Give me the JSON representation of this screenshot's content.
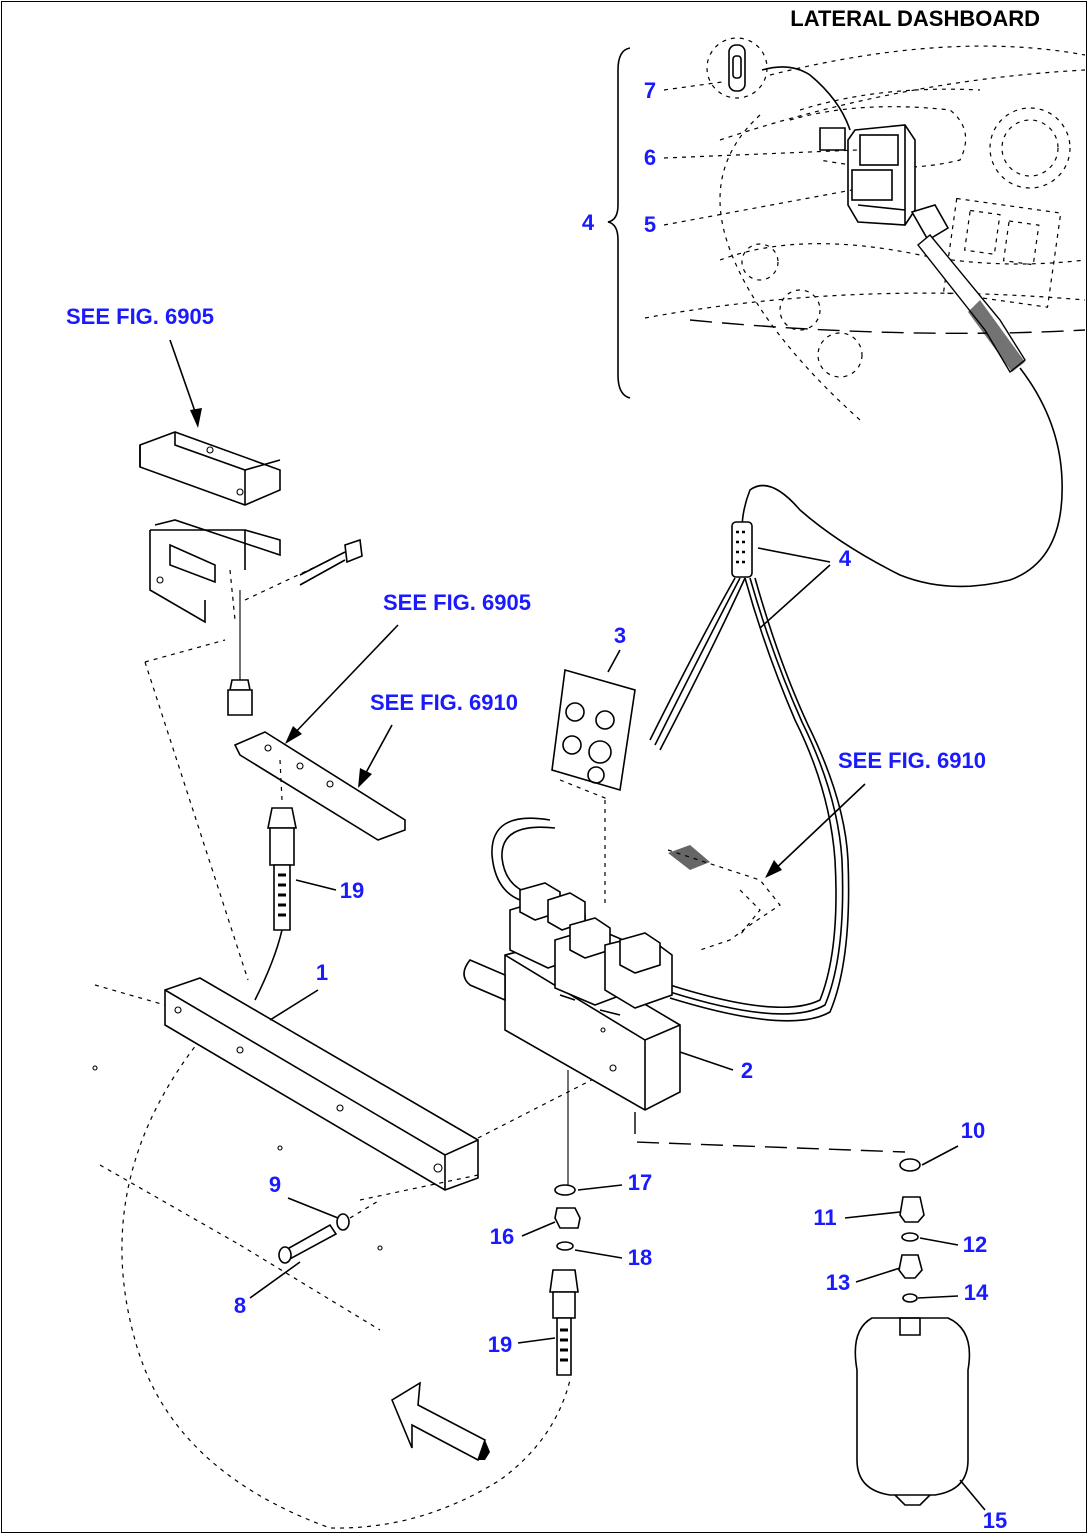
{
  "title": "LATERAL DASHBOARD",
  "references": [
    "SEE FIG. 6905",
    "SEE FIG. 6905",
    "SEE FIG. 6910",
    "SEE FIG. 6910"
  ],
  "callouts": {
    "p1": "1",
    "p2": "2",
    "p3": "3",
    "p4": "4",
    "p4b": "4",
    "p5": "5",
    "p6": "6",
    "p7": "7",
    "p8": "8",
    "p9": "9",
    "p10": "10",
    "p11": "11",
    "p12": "12",
    "p13": "13",
    "p14": "14",
    "p15": "15",
    "p16": "16",
    "p17": "17",
    "p18": "18",
    "p19a": "19",
    "p19b": "19"
  }
}
